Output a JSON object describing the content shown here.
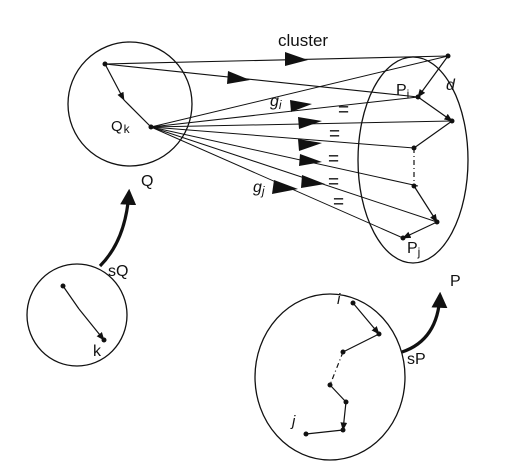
{
  "labels": {
    "cluster": "cluster",
    "Q": "Q",
    "Qk_main": "Q",
    "Qk_sub": "k",
    "Pi_main": "P",
    "Pi_sub": "i",
    "Pj_main": "P",
    "Pj_sub": "j",
    "P": "P",
    "d": "d",
    "gi_main": "g",
    "gi_sub": "i",
    "gj_main": "g",
    "gj_sub": "j",
    "sQ": "sQ",
    "sP": "sP",
    "k": "k",
    "i": "i",
    "j": "j"
  },
  "equal_marks": [
    "=",
    "=",
    "=",
    "=",
    "="
  ],
  "colors": {
    "ink": "#111111",
    "background": "#ffffff"
  }
}
